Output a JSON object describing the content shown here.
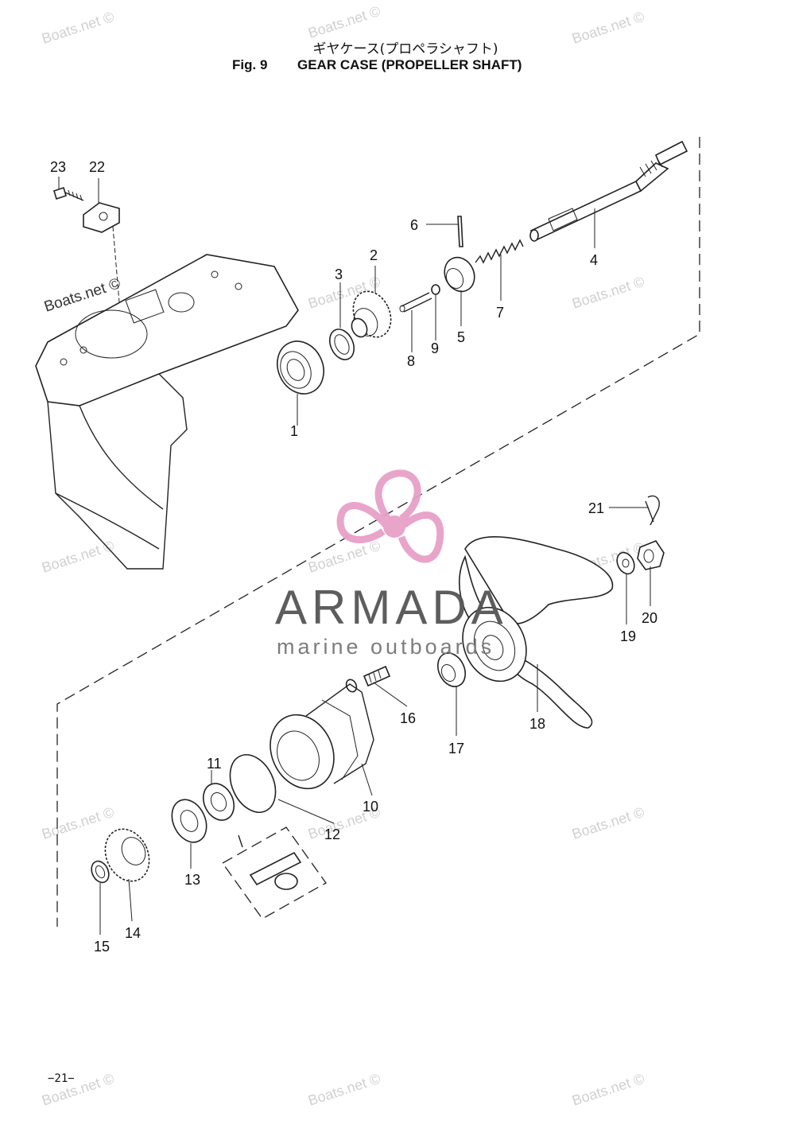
{
  "header": {
    "title_jp": "ギヤケース(プロペラシャフト)",
    "fig_label": "Fig. 9",
    "title_en": "GEAR CASE (PROPELLER SHAFT)"
  },
  "callouts": [
    "1",
    "2",
    "3",
    "4",
    "5",
    "6",
    "7",
    "8",
    "9",
    "10",
    "11",
    "12",
    "13",
    "14",
    "15",
    "16",
    "17",
    "18",
    "19",
    "20",
    "21",
    "22",
    "23"
  ],
  "watermark": {
    "text": "Boats.net ©"
  },
  "brand": {
    "name": "ARMADA",
    "tagline": "marine outboards",
    "color": "#e8a0c8"
  },
  "page_number": "−21−"
}
